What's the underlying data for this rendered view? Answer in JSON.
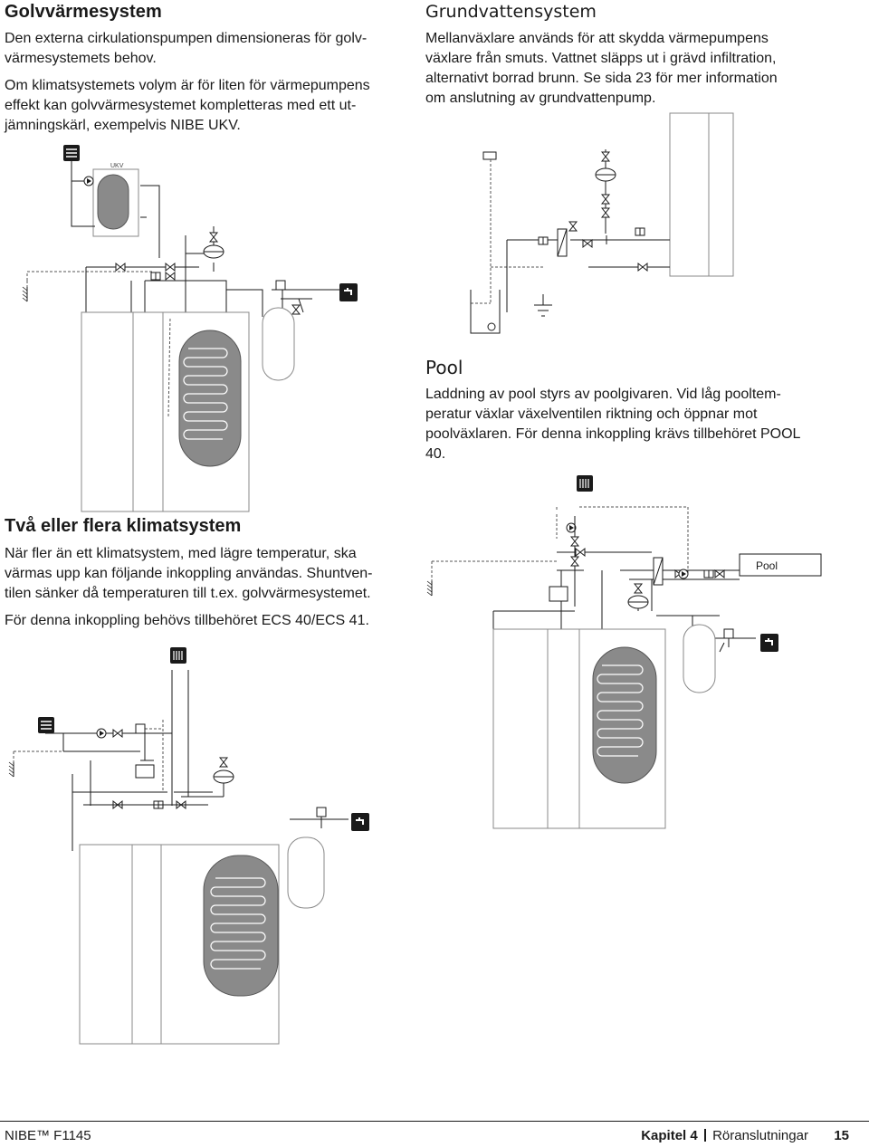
{
  "sections": {
    "golv": {
      "heading": "Golvvärmesystem",
      "lines": [
        "Den externa cirkulationspumpen dimensioneras för golv-",
        "värmesystemets behov.",
        "Om klimatsystemets volym är för liten för värmepumpens",
        "effekt kan golvvärmesystemet kompletteras med ett ut-",
        "jämningskärl, exempelvis NIBE UKV."
      ],
      "ukv_label": "UKV"
    },
    "grund": {
      "heading": "Grundvattensystem",
      "lines": [
        "Mellanväxlare används för att skydda värmepumpens",
        "växlare från smuts. Vattnet släpps ut i grävd infiltration,",
        "alternativt borrad brunn. Se sida 23 för mer information",
        "om anslutning av grundvattenpump."
      ]
    },
    "pool": {
      "heading": "Pool",
      "lines": [
        "Laddning av pool styrs av poolgivaren. Vid låg pooltem-",
        "peratur växlar växelventilen riktning och öppnar mot",
        "poolväxlaren. För denna inkoppling krävs tillbehöret POOL",
        "40."
      ],
      "pool_label": "Pool"
    },
    "klimat": {
      "heading": "Två eller flera klimatsystem",
      "lines": [
        "När fler än ett klimatsystem, med lägre temperatur, ska",
        "värmas upp kan följande inkoppling användas. Shuntven-",
        "tilen sänker då temperaturen till t.ex. golvvärmesystemet."
      ],
      "extra": "För denna inkoppling behövs tillbehöret ECS 40/ECS 41."
    }
  },
  "footer": {
    "brand": "NIBE™ F1145",
    "chapter_prefix": "Kapitel 4",
    "chapter_title": "Röranslutningar",
    "page_number": "15"
  },
  "icons": [
    "floor-heating-icon",
    "radiator-icon",
    "tap-water-icon",
    "ground-icon"
  ],
  "colors": {
    "tank_fill": "#888888",
    "line": "#1a1a1a",
    "dashed": "#555555"
  }
}
